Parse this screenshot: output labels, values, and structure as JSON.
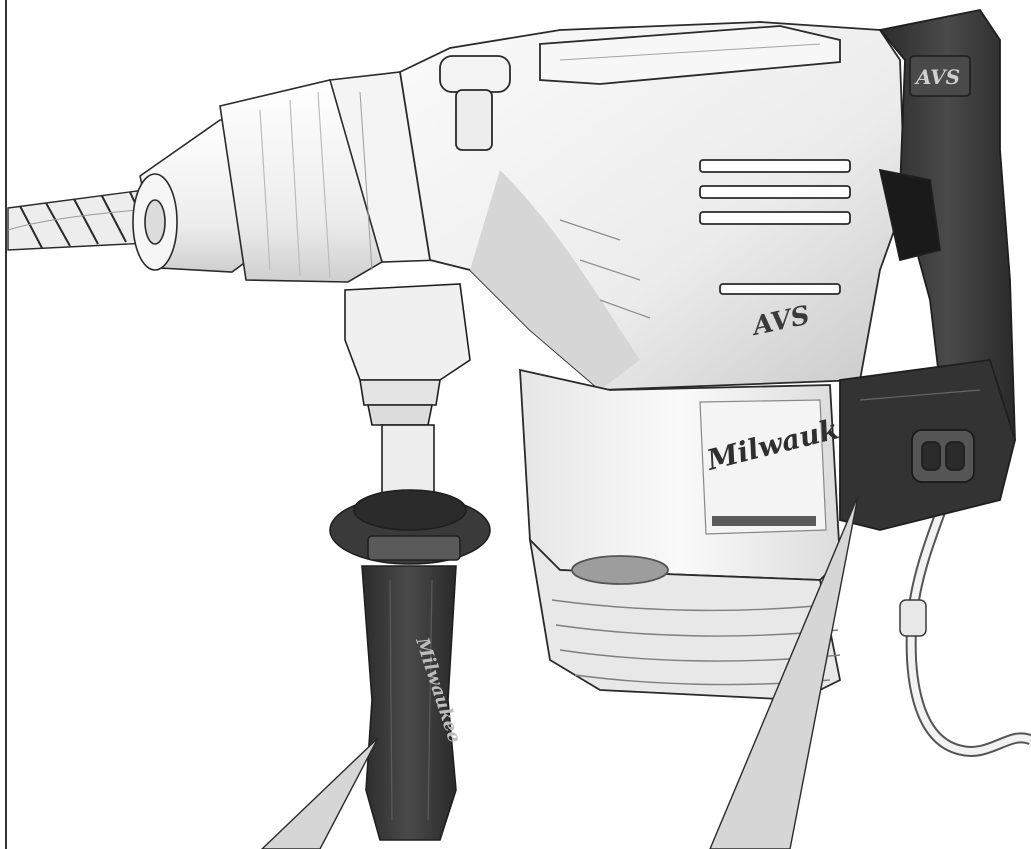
{
  "figure": {
    "subject": "rotary hammer with side handle",
    "colors": {
      "body_light": "#f2f2f2",
      "body_mid": "#d2d2d2",
      "body_shadow": "#9b9b9b",
      "grip_dark": "#3c3c3c",
      "grip_darker": "#232323",
      "outline": "#2a2a2a",
      "callout_fill": "#d6d6d6"
    },
    "labels": {
      "avs_handle": "AVS",
      "avs_body": "AVS",
      "brand_body": "Milwaukee",
      "brand_handle": "Milwaukee"
    },
    "callouts": [
      {
        "name": "side-handle-callout",
        "points_to": "side handle grip"
      },
      {
        "name": "switch-housing-callout",
        "points_to": "main handle / switch housing"
      }
    ]
  }
}
